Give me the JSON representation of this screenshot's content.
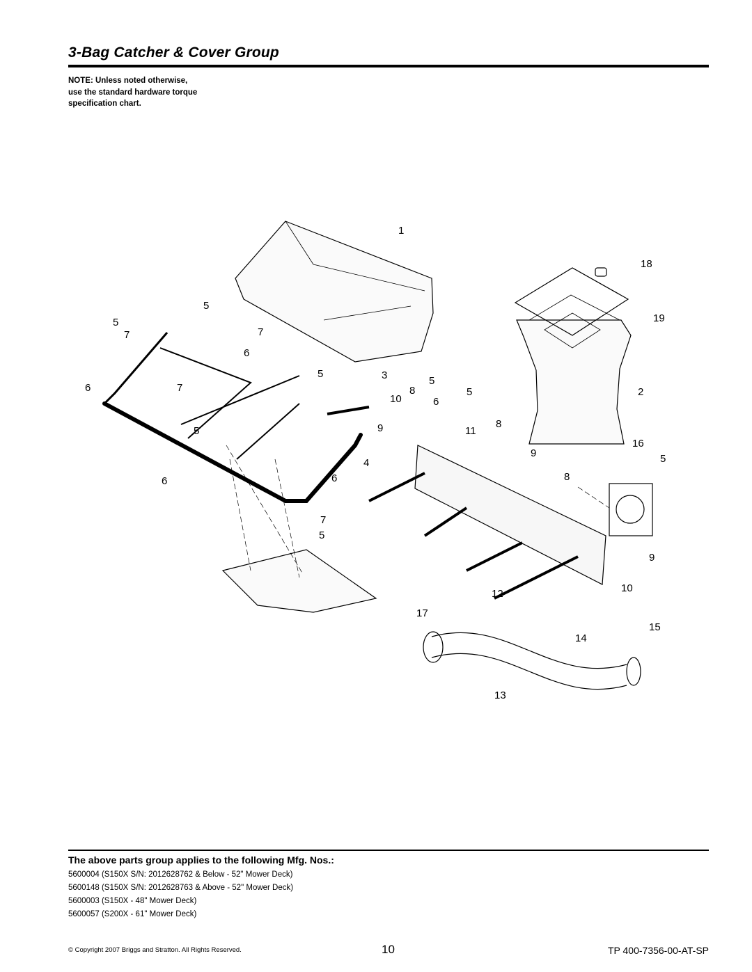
{
  "header": {
    "title": "3-Bag Catcher & Cover Group",
    "note_lines": [
      "NOTE: Unless noted otherwise,",
      "use the standard hardware torque",
      "specification chart."
    ]
  },
  "diagram": {
    "callouts": [
      "1",
      "18",
      "19",
      "2",
      "5",
      "5",
      "7",
      "7",
      "6",
      "6",
      "5",
      "3",
      "8",
      "5",
      "10",
      "6",
      "5",
      "7",
      "9",
      "11",
      "8",
      "5",
      "9",
      "16",
      "5",
      "4",
      "6",
      "8",
      "7",
      "5",
      "9",
      "10",
      "12",
      "17",
      "15",
      "14",
      "13",
      "6"
    ]
  },
  "applies": {
    "title": "The above parts group applies to the following Mfg. Nos.:",
    "items": [
      "5600004 (S150X S/N: 2012628762 & Below - 52\" Mower Deck)",
      "5600148 (S150X S/N: 2012628763 & Above - 52\" Mower Deck)",
      "5600003 (S150X  - 48\" Mower Deck)",
      "5600057 (S200X - 61\" Mower Deck)"
    ]
  },
  "footer": {
    "copyright": "© Copyright  2007 Briggs and Stratton. All Rights Reserved.",
    "page_number": "10",
    "doc_id": "TP 400-7356-00-AT-SP"
  }
}
